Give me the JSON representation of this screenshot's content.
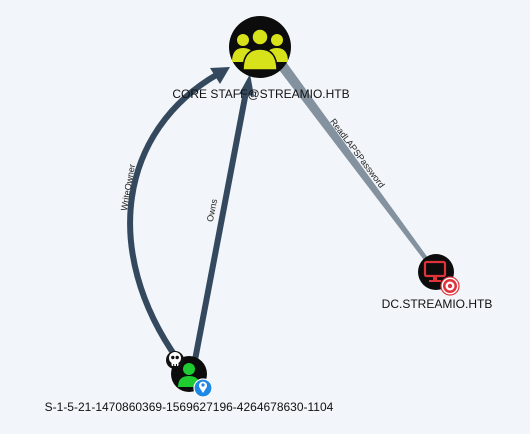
{
  "graph": {
    "nodes": {
      "group": {
        "label": "CORE STAFF@STREAMIO.HTB",
        "kind": "group",
        "icon": "users-group-icon",
        "icon_color": "#d8e21a"
      },
      "computer": {
        "label": "DC.STREAMIO.HTB",
        "kind": "computer",
        "icon": "computer-monitor-icon",
        "icon_color": "#e0323a",
        "badge": "target-icon"
      },
      "user": {
        "label": "S-1-5-21-1470860369-1569627196-4264678630-1104",
        "kind": "user",
        "icon": "user-icon",
        "icon_color": "#1ecb30",
        "badges": [
          "skull-icon",
          "location-pin-icon"
        ]
      }
    },
    "edges": {
      "write_owner": {
        "label": "WriteOwner",
        "from": "user",
        "to": "group",
        "color": "#34495e"
      },
      "owns": {
        "label": "Owns",
        "from": "user",
        "to": "group",
        "color": "#34495e"
      },
      "read_laps": {
        "label": "ReadLAPSPassword",
        "from": "group",
        "to": "computer",
        "color": "#7c8c99"
      }
    }
  }
}
